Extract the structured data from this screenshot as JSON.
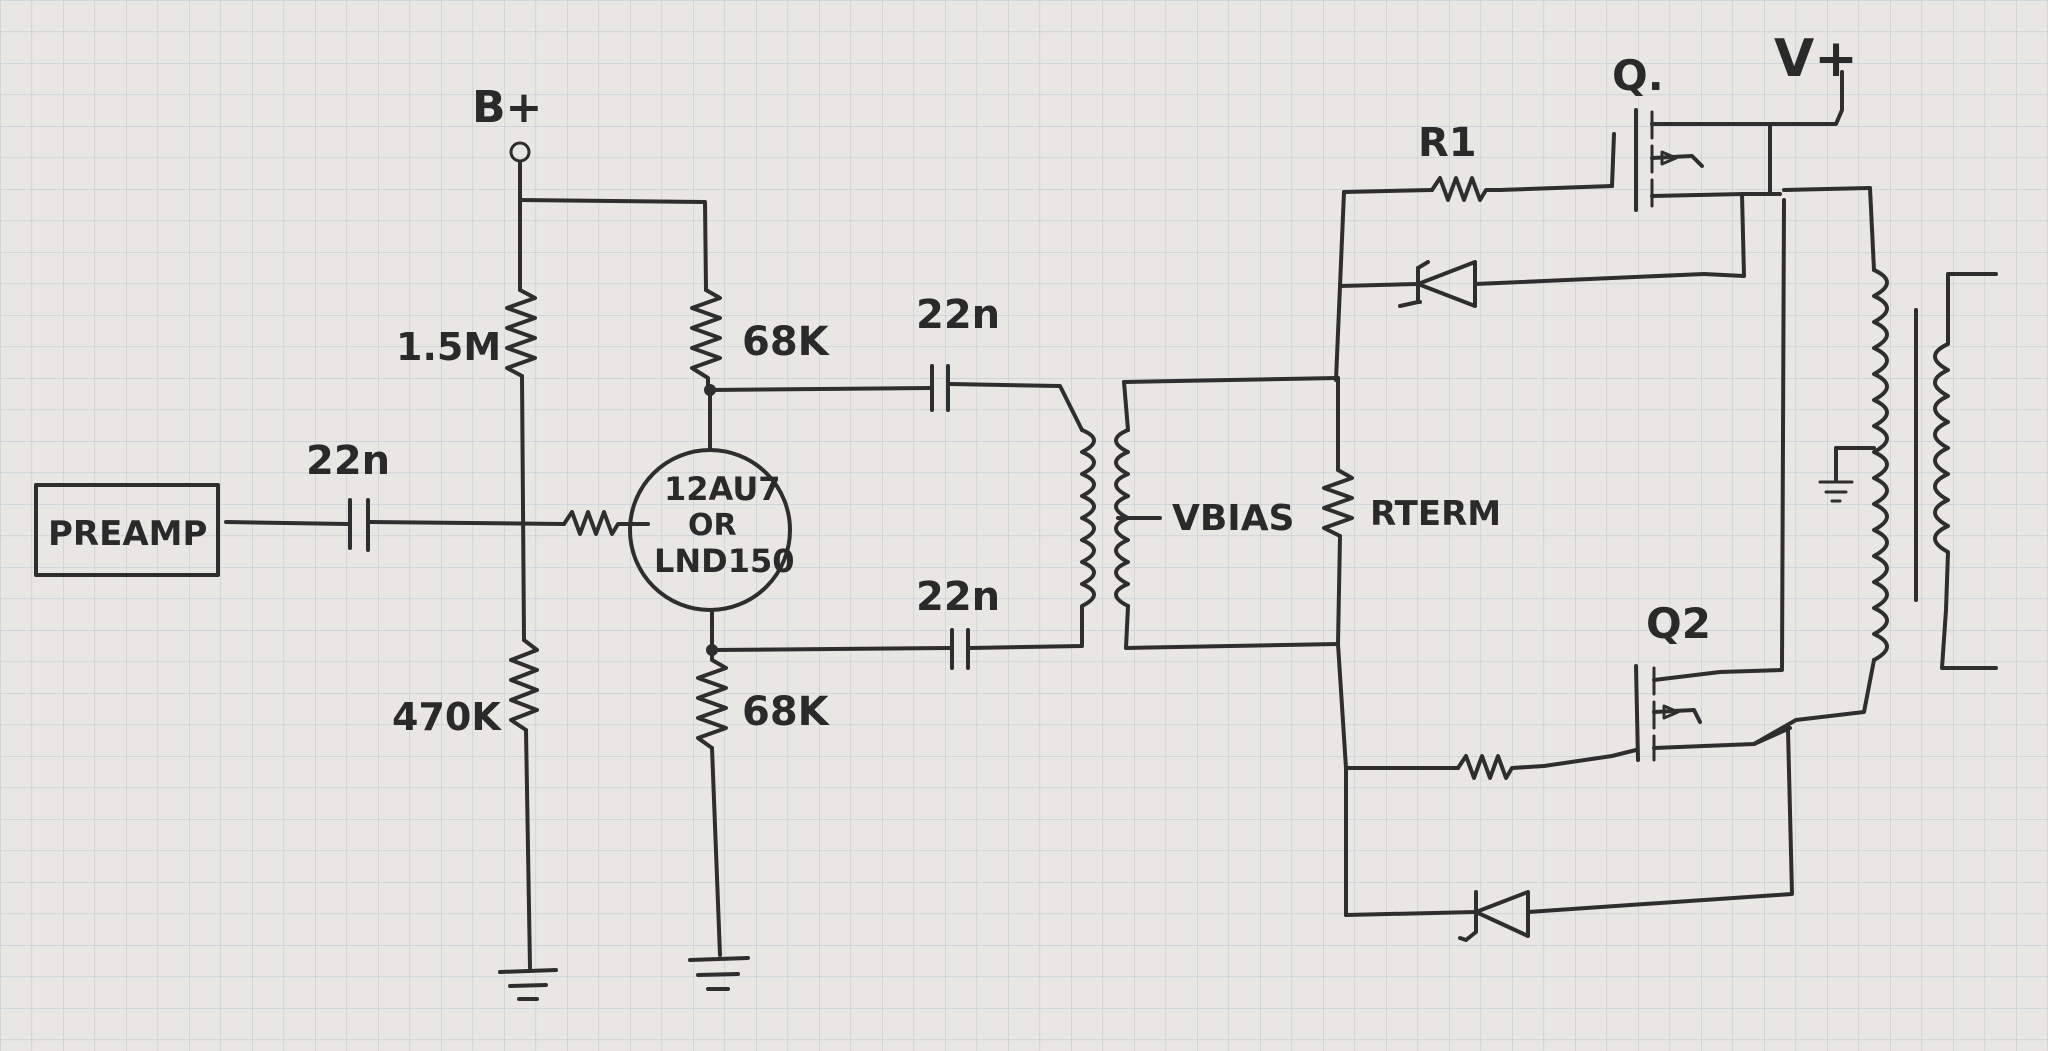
{
  "labels": {
    "bplus": "B+",
    "vplus": "V+",
    "q1": "Q.",
    "q2": "Q2",
    "r1": "R1",
    "r_1_5m": "1.5M",
    "r_68k_top": "68K",
    "r_68k_bottom": "68K",
    "r_470k": "470K",
    "cap_input": "22n",
    "cap_top": "22n",
    "cap_bottom": "22n",
    "tube_line1": "12AU7",
    "tube_line2": "OR",
    "tube_line3": "LND150",
    "vbias": "VBIAS",
    "rterm": "RTERM",
    "preamp": "PREAMP"
  },
  "colors": {
    "paper": "#e8e7e3",
    "grid": "#9fb6cc",
    "ink": "#2e2e2e"
  }
}
